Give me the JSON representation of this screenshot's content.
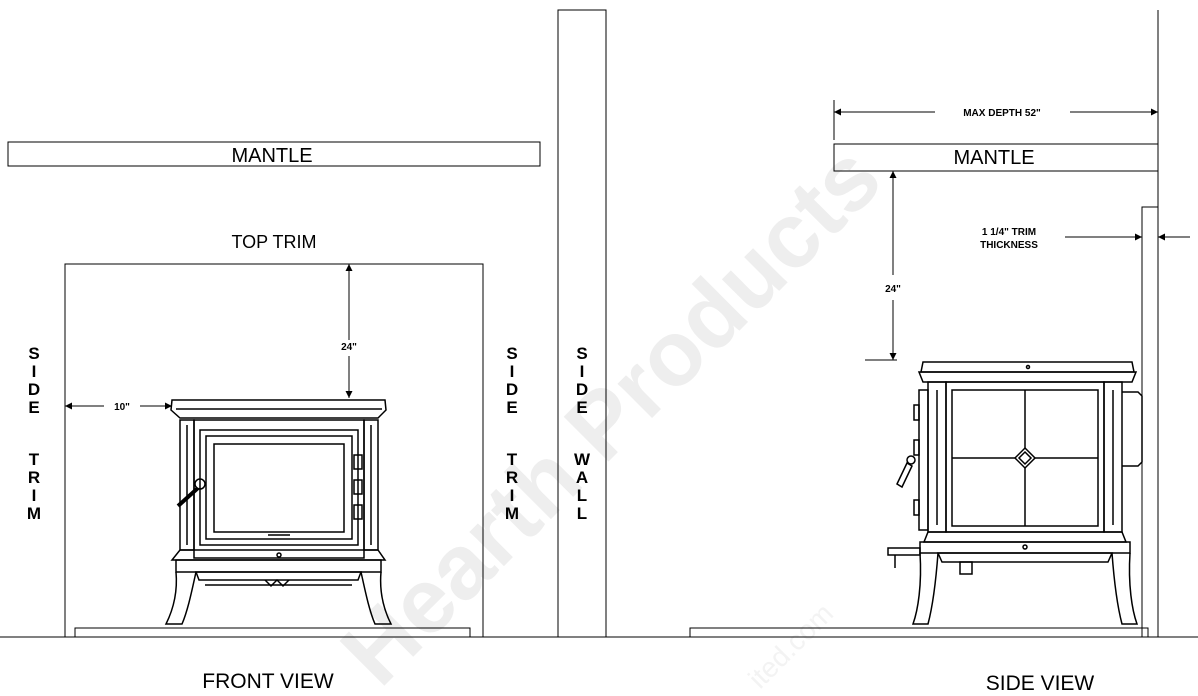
{
  "watermark": {
    "brand": "Hearth Products",
    "site": "ited.com"
  },
  "front_view": {
    "title": "FRONT VIEW",
    "mantle": "MANTLE",
    "top_trim": "TOP TRIM",
    "side_trim_left": [
      "S",
      "I",
      "D",
      "E",
      "",
      "T",
      "R",
      "I",
      "M"
    ],
    "side_trim_right": [
      "S",
      "I",
      "D",
      "E",
      "",
      "T",
      "R",
      "I",
      "M"
    ],
    "side_wall": [
      "S",
      "I",
      "D",
      "E",
      "",
      "W",
      "A",
      "L",
      "L"
    ],
    "dim_side": "10\"",
    "dim_top": "24\""
  },
  "side_view": {
    "title": "SIDE VIEW",
    "mantle": "MANTLE",
    "max_depth": "MAX DEPTH 52\"",
    "trim_thickness_line1": "1 1/4\" TRIM",
    "trim_thickness_line2": "THICKNESS",
    "dim_mantle": "24\""
  }
}
